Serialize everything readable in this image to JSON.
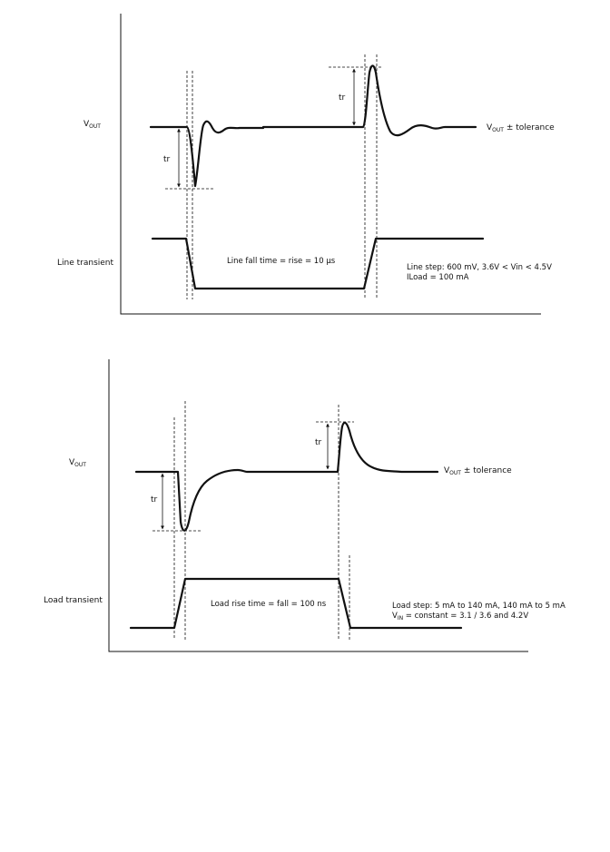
{
  "line_diagram": {
    "vout_main": "V",
    "vout_sub": "OUT",
    "tr_label_1": "tr",
    "tr_label_2": "tr",
    "tolerance_v": "V",
    "tolerance_sub": "OUT",
    "tolerance_rest": " ± tolerance",
    "transient_label": "Line transient",
    "fall_time_text": "Line fall time = rise = 10 µs",
    "step_text_1": "Line step: 600 mV, 3.6V < Vin < 4.5V",
    "step_text_2": "ILoad = 100 mA"
  },
  "load_diagram": {
    "vout_main": "V",
    "vout_sub": "OUT",
    "tr_label_1": "tr",
    "tr_label_2": "tr",
    "tolerance_v": "V",
    "tolerance_sub": "OUT",
    "tolerance_rest": " ± tolerance",
    "transient_label": "Load transient",
    "rise_time_text": "Load rise time = fall = 100 ns",
    "step_text_1": "Load step: 5 mA to 140 mA, 140 mA to 5 mA",
    "vin_main": "V",
    "vin_sub": "IN",
    "vin_rest": " = constant = 3.1 / 3.6 and 4.2V"
  }
}
